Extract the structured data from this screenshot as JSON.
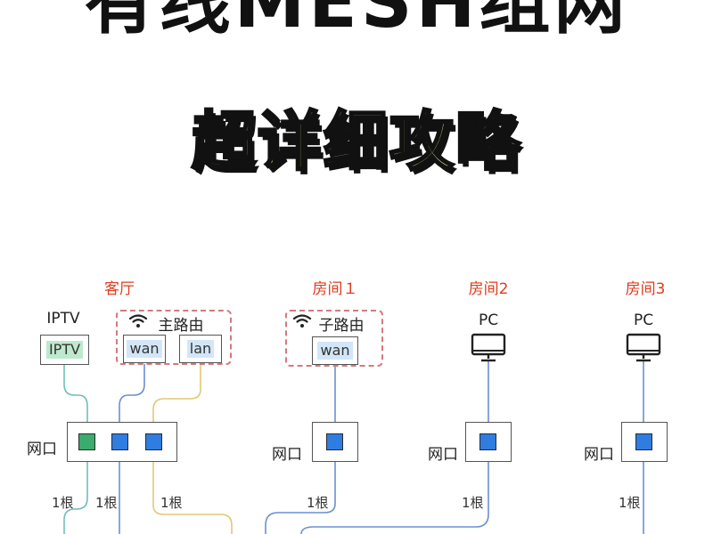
{
  "header": {
    "top_title": "有线MESH组网",
    "main_title": "超详细攻略"
  },
  "rooms": {
    "living_room": "客厅",
    "room1": "房间１",
    "room2": "房间2",
    "room3": "房间3"
  },
  "devices": {
    "iptv_label": "IPTV",
    "iptv_box": "IPTV",
    "main_router": "主路由",
    "main_wan": "wan",
    "main_lan": "lan",
    "sub_router": "子路由",
    "sub_wan": "wan",
    "pc2": "PC",
    "pc3": "PC"
  },
  "ports": {
    "living_room": "网口",
    "room1": "网口",
    "room2": "网口",
    "room3": "网口"
  },
  "cables": {
    "c1": "1根",
    "c2": "1根",
    "c3": "1根",
    "c4": "1根",
    "c5": "1根",
    "c6": "1根"
  },
  "colors": {
    "room_label": "#e03c1e",
    "port_blue": "#2f7de0",
    "port_green": "#3aac6e",
    "wire_teal": "#6fbfb8",
    "wire_blue": "#6a8fd4",
    "wire_yellow": "#e3c774",
    "router_dashed": "#d4797f"
  }
}
